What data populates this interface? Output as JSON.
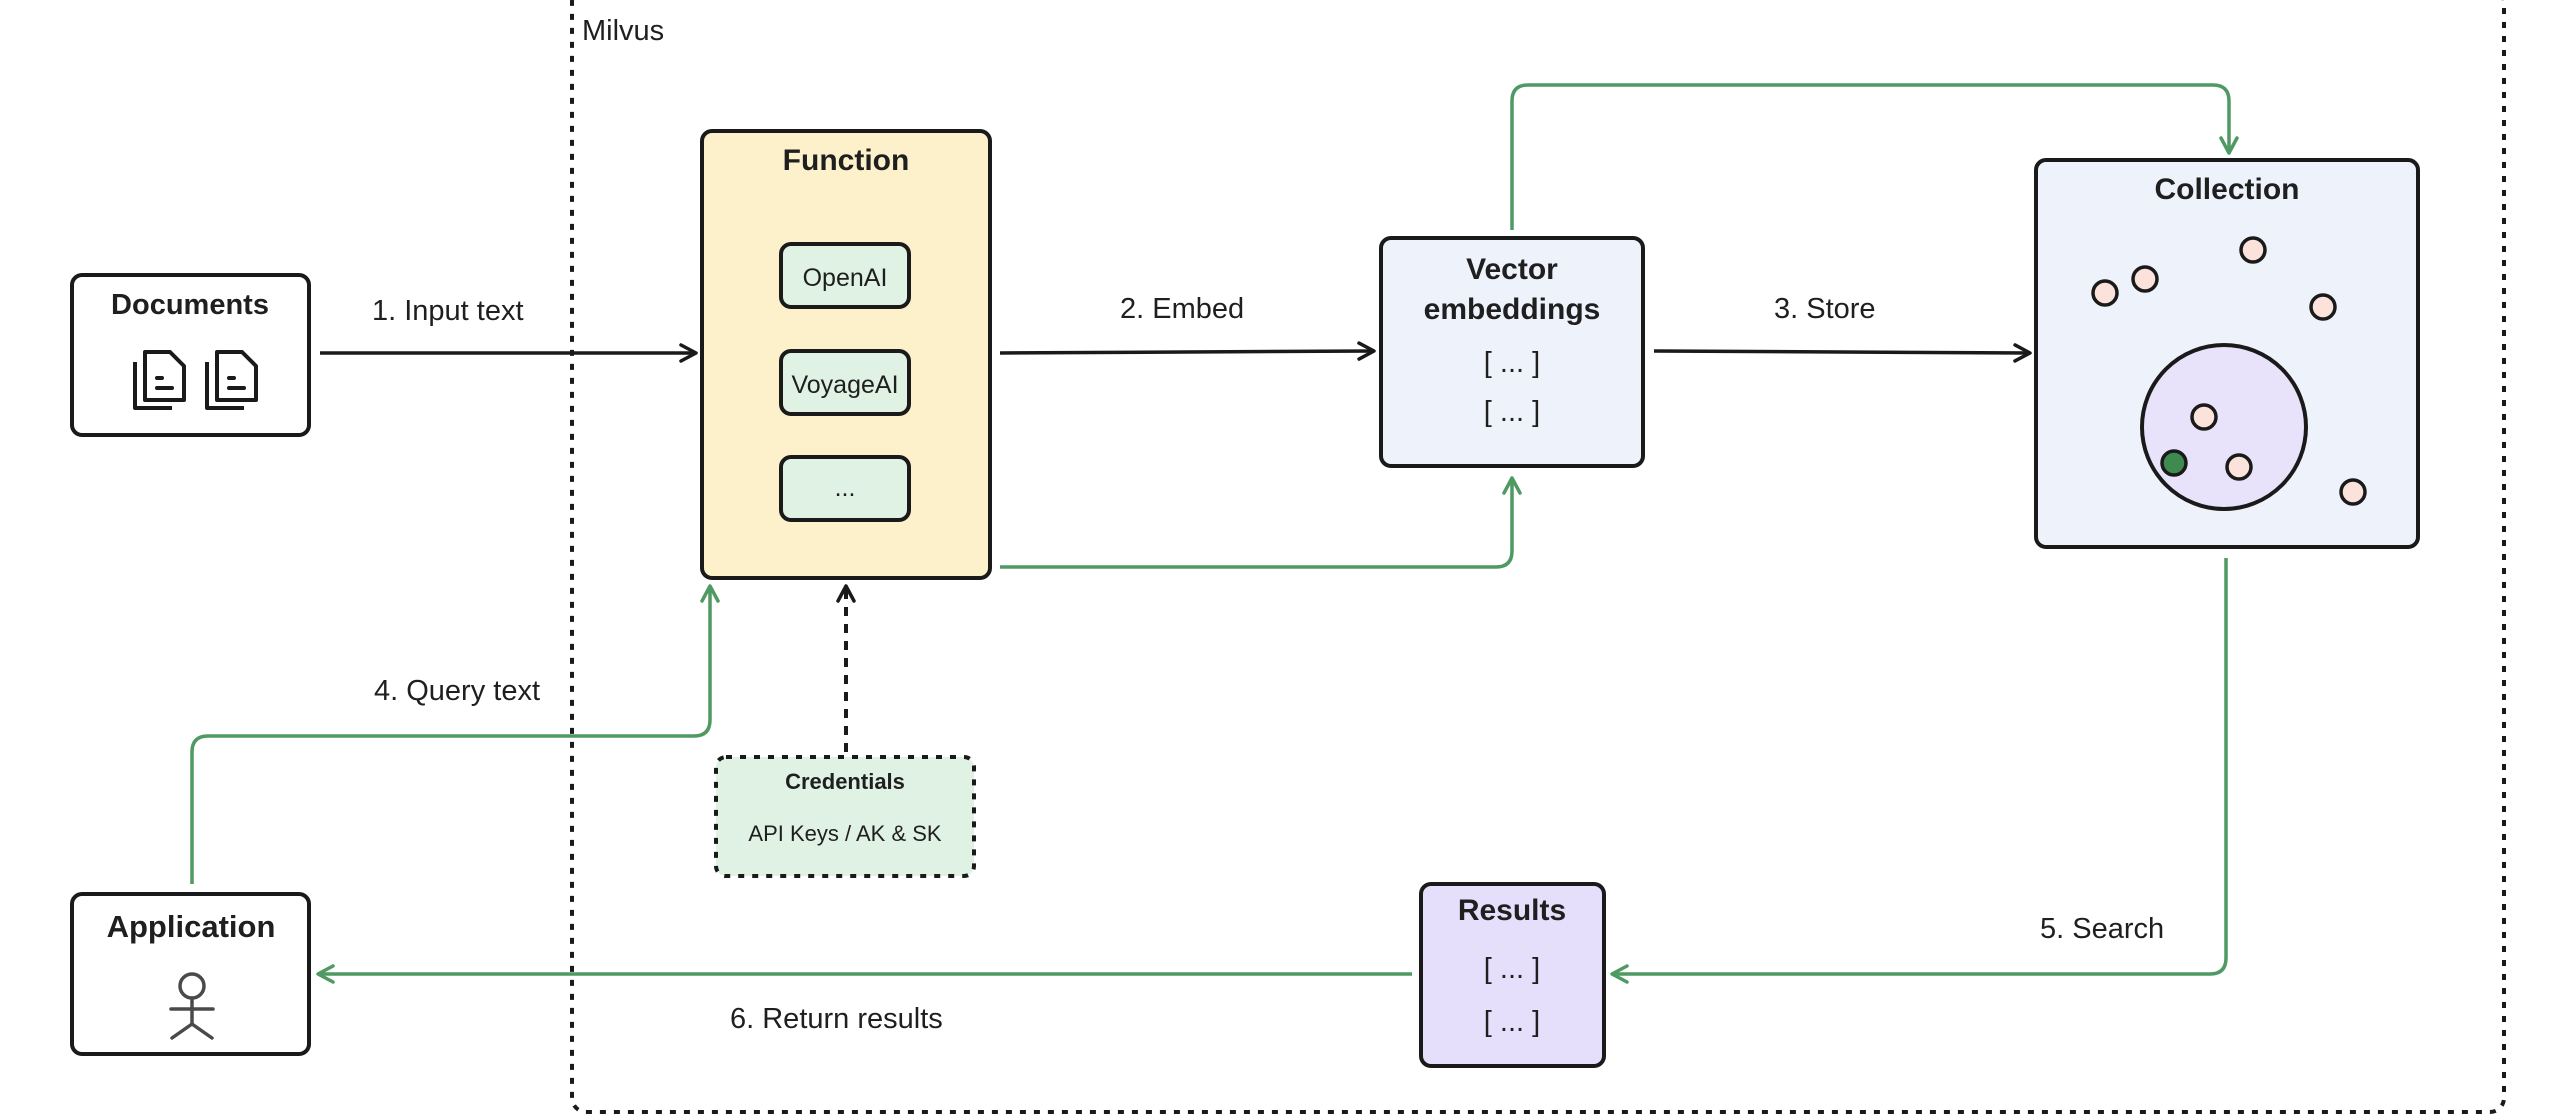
{
  "container": {
    "label": "Milvus"
  },
  "documents": {
    "title": "Documents",
    "icon": "document-icon"
  },
  "function": {
    "title": "Function",
    "providers": [
      "OpenAI",
      "VoyageAI",
      "..."
    ]
  },
  "vector_embeddings": {
    "title_line1": "Vector",
    "title_line2": "embeddings",
    "rows": [
      "[ ... ]",
      "[ ... ]"
    ]
  },
  "collection": {
    "title": "Collection"
  },
  "credentials": {
    "title": "Credentials",
    "subtitle": "API Keys / AK & SK"
  },
  "results": {
    "title": "Results",
    "rows": [
      "[ ... ]",
      "[ ... ]"
    ]
  },
  "application": {
    "title": "Application",
    "icon": "person-icon"
  },
  "steps": {
    "input_text": "1. Input text",
    "embed": "2. Embed",
    "store": "3. Store",
    "query_text": "4. Query text",
    "search": "5. Search",
    "return_results": "6. Return results"
  },
  "colors": {
    "stroke": "#1a1a1a",
    "green_flow": "#4f9a63",
    "function_fill": "#fdf1cc",
    "provider_fill": "#dff2e3",
    "embeddings_fill": "#eef2fb",
    "collection_fill": "#eef2fb",
    "results_fill": "#e6dffb",
    "cluster_fill": "#e9e2fb",
    "point_fill": "#fbe3dc",
    "match_point_fill": "#3f8a4f",
    "credentials_fill": "#dff2e3"
  }
}
